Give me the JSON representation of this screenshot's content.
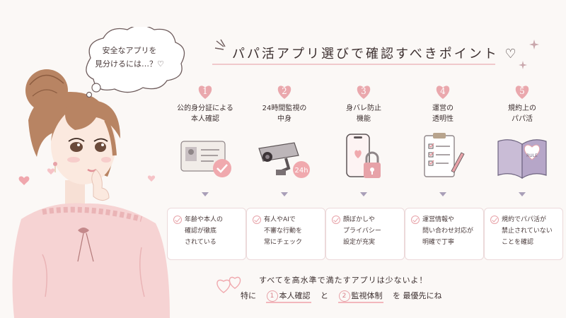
{
  "bubble": {
    "line1": "安全なアプリを",
    "line2": "見分けるには…？♡"
  },
  "title": "パパ活アプリ選びで確認すべきポイント ♡",
  "points": [
    {
      "num": "1",
      "title": "公的身分証による\n本人確認",
      "icon": "id-card-check-icon",
      "desc": "年齢や本人の\n確認が徹底\nされている"
    },
    {
      "num": "2",
      "title": "24時間監視の\n中身",
      "icon": "cctv-camera-24h-icon",
      "badge": "24h",
      "desc": "有人やAIで\n不審な行動を\n常にチェック"
    },
    {
      "num": "3",
      "title": "身バレ防止\n機能",
      "icon": "phone-lock-icon",
      "desc": "顔ぼかしや\nプライバシー\n設定が充実"
    },
    {
      "num": "4",
      "title": "運営の\n透明性",
      "icon": "clipboard-checklist-icon",
      "desc": "運営情報や\n問い合わせ対応が\n明確で丁寧"
    },
    {
      "num": "5",
      "title": "規約上の\nパパ活",
      "icon": "rule-book-icon",
      "book_label": "RULE",
      "desc": "規約でパパ活が\n禁止されていない\nことを確認"
    }
  ],
  "bottom": {
    "line1": "すべてを高水準で満たすアプリは少ないよ！",
    "line2_prefix": "特に",
    "hl1_num": "1",
    "hl1": "本人確認",
    "and": "と",
    "hl2_num": "2",
    "hl2": "監視体制",
    "line2_suffix": "を 最優先にね"
  },
  "colors": {
    "accent_pink": "#e7a2a8",
    "soft_pink": "#f3b7bd",
    "lavender": "#a99fb8",
    "bg": "#fbf8f6"
  }
}
